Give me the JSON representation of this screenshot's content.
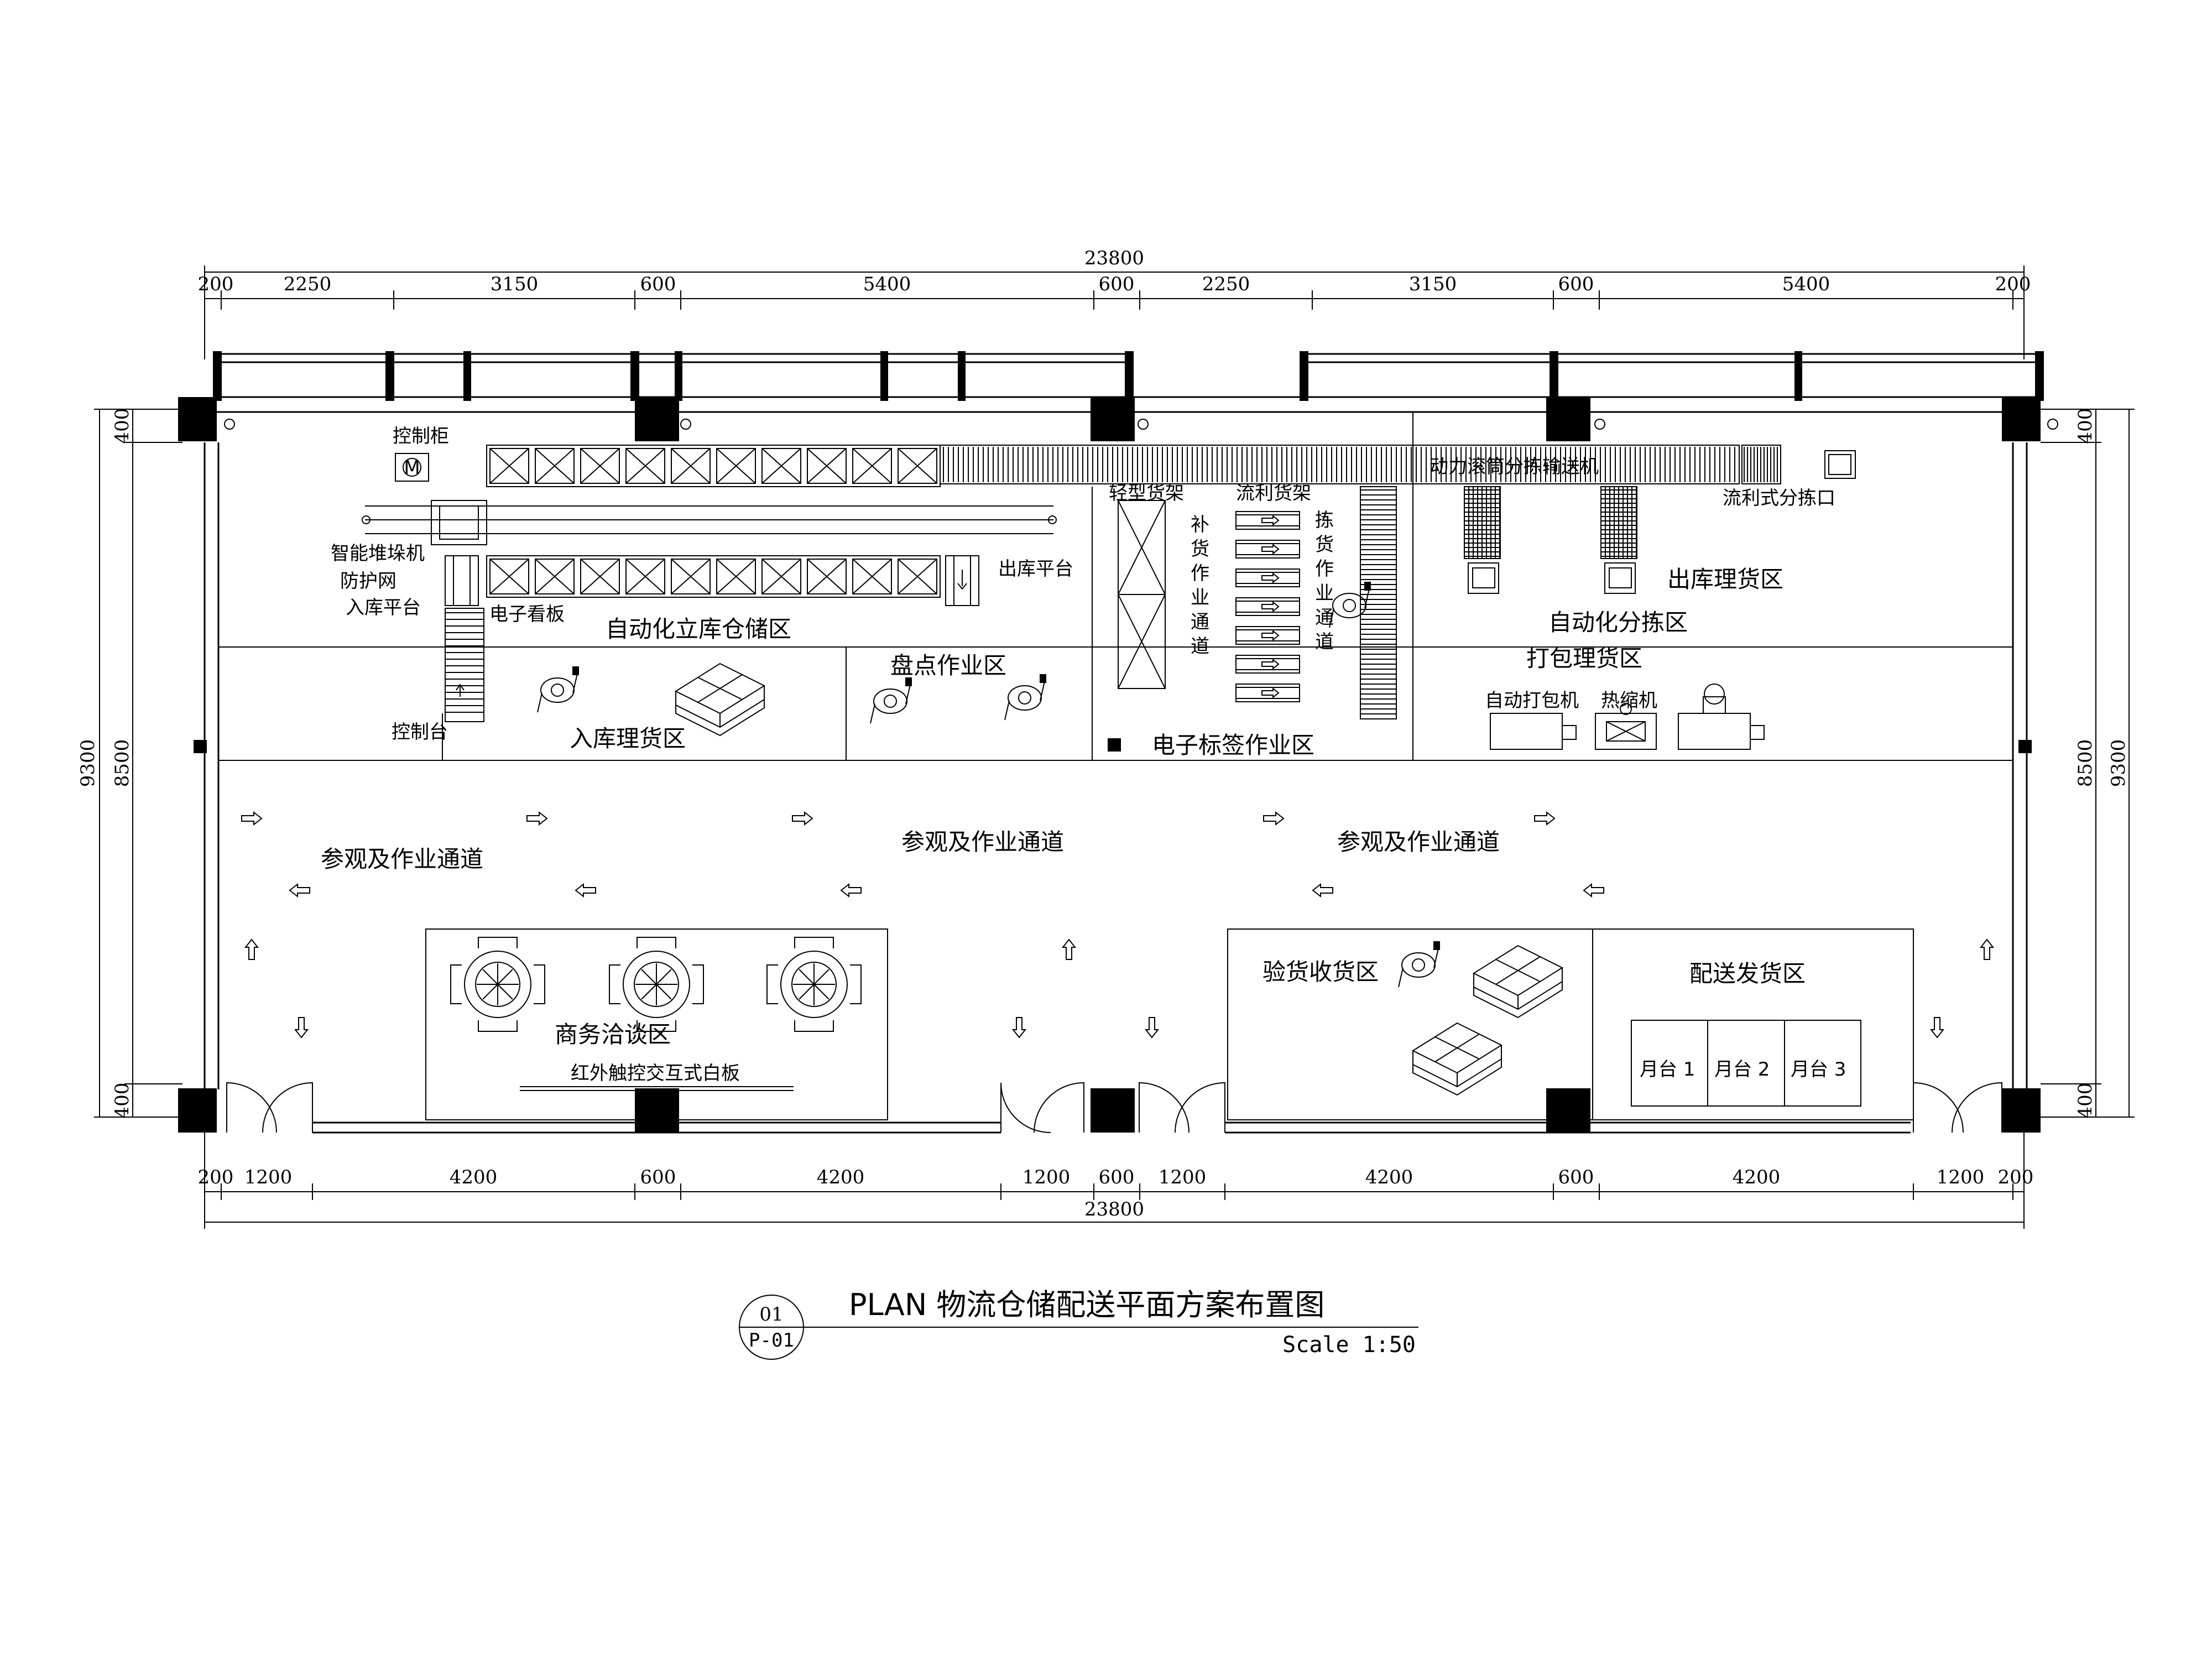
{
  "dimensions": {
    "total_top": "23800",
    "total_bottom": "23800",
    "top": [
      "200",
      "2250",
      "3150",
      "600",
      "5400",
      "600",
      "2250",
      "3150",
      "600",
      "5400",
      "200"
    ],
    "bottom": [
      "200",
      "1200",
      "4200",
      "600",
      "4200",
      "1200",
      "600",
      "1200",
      "4200",
      "600",
      "4200",
      "1200",
      "200"
    ],
    "left_total": "9300",
    "left_inner": "8500",
    "left_top": "400",
    "left_bottom": "400",
    "right_total": "9300",
    "right_inner": "8500",
    "right_top": "400",
    "right_bottom": "400"
  },
  "labels": {
    "control_cabinet": "控制柜",
    "stacker": "智能堆垛机",
    "fence": "防护网",
    "inbound_platform": "入库平台",
    "e_board": "电子看板",
    "asrs_zone": "自动化立库仓储区",
    "outbound_platform": "出库平台",
    "console": "控制台",
    "inbound_sorting": "入库理货区",
    "stocktake": "盘点作业区",
    "light_rack": "轻型货架",
    "flow_rack": "流利货架",
    "replenish_aisle": [
      "补",
      "货",
      "作",
      "业",
      "通",
      "道"
    ],
    "picking_aisle": [
      "拣",
      "货",
      "作",
      "业",
      "通",
      "道"
    ],
    "e_label_zone": "电子标签作业区",
    "roller_conveyor": "动力滚筒分拣输送机",
    "flow_sort_port": "流利式分拣口",
    "outbound_sorting": "出库理货区",
    "auto_sorting": "自动化分拣区",
    "packing_zone": "打包理货区",
    "auto_packer": "自动打包机",
    "shrink_machine": "热缩机",
    "visit_aisle_1": "参观及作业通道",
    "visit_aisle_2": "参观及作业通道",
    "visit_aisle_3": "参观及作业通道",
    "negotiation": "商务洽谈区",
    "whiteboard": "红外触控交互式白板",
    "receiving": "验货收货区",
    "dispatch": "配送发货区",
    "dock1": "月台  1",
    "dock2": "月台  2",
    "dock3": "月台  3"
  },
  "title_block": {
    "number": "01",
    "sheet": "P-01",
    "title": "PLAN  物流仓储配送平面方案布置图",
    "scale": "Scale 1:50"
  }
}
